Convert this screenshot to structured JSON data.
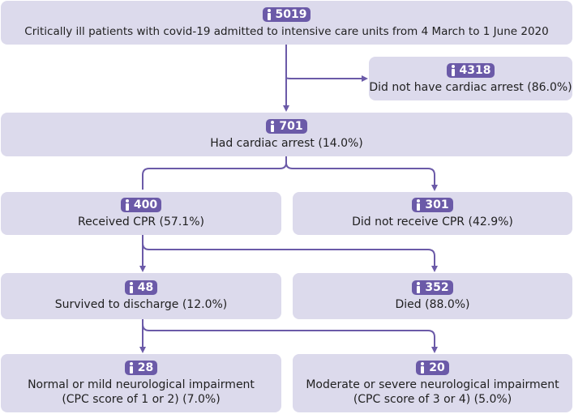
{
  "colors": {
    "box_fill": "#dcdaec",
    "accent": "#6b5aa8",
    "text": "#1f1f1f"
  },
  "icon": "person-icon",
  "nodes": {
    "root": {
      "count": "5019",
      "label": "Critically ill patients with covid-19 admitted to intensive care units from 4 March to 1 June 2020"
    },
    "no_arrest": {
      "count": "4318",
      "label": "Did not have cardiac arrest (86.0%)"
    },
    "arrest": {
      "count": "701",
      "label": "Had cardiac arrest (14.0%)"
    },
    "cpr": {
      "count": "400",
      "label": "Received CPR (57.1%)"
    },
    "no_cpr": {
      "count": "301",
      "label": "Did not receive CPR (42.9%)"
    },
    "survived": {
      "count": "48",
      "label": "Survived to discharge (12.0%)"
    },
    "died": {
      "count": "352",
      "label": "Died (88.0%)"
    },
    "mild": {
      "count": "28",
      "label_line1": "Normal or mild neurological impairment",
      "label_line2": "(CPC score of 1 or 2) (7.0%)"
    },
    "severe": {
      "count": "20",
      "label_line1": "Moderate or severe neurological impairment",
      "label_line2": "(CPC score of 3 or 4) (5.0%)"
    }
  }
}
